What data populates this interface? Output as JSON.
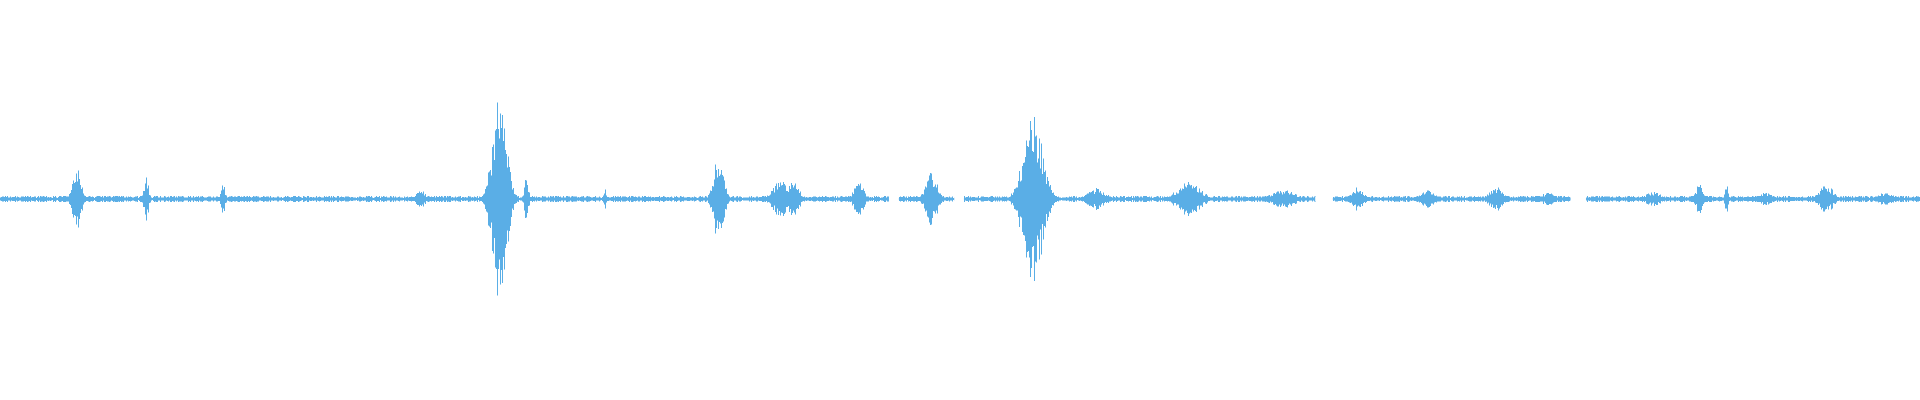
{
  "waveform": {
    "color": "#5aaee6",
    "background": "#ffffff",
    "baseline_amplitude": 0.015,
    "bursts": [
      {
        "position": 0.04,
        "amplitude": 0.23,
        "width": 0.003
      },
      {
        "position": 0.076,
        "amplitude": 0.16,
        "width": 0.0015
      },
      {
        "position": 0.116,
        "amplitude": 0.1,
        "width": 0.0015
      },
      {
        "position": 0.219,
        "amplitude": 0.06,
        "width": 0.003
      },
      {
        "position": 0.26,
        "amplitude": 0.65,
        "width": 0.005
      },
      {
        "position": 0.274,
        "amplitude": 0.14,
        "width": 0.0015
      },
      {
        "position": 0.315,
        "amplitude": 0.06,
        "width": 0.001
      },
      {
        "position": 0.374,
        "amplitude": 0.29,
        "width": 0.0035
      },
      {
        "position": 0.406,
        "amplitude": 0.12,
        "width": 0.005
      },
      {
        "position": 0.413,
        "amplitude": 0.11,
        "width": 0.004
      },
      {
        "position": 0.447,
        "amplitude": 0.14,
        "width": 0.003
      },
      {
        "position": 0.485,
        "amplitude": 0.17,
        "width": 0.004
      },
      {
        "position": 0.538,
        "amplitude": 0.52,
        "width": 0.007
      },
      {
        "position": 0.571,
        "amplitude": 0.07,
        "width": 0.006
      },
      {
        "position": 0.619,
        "amplitude": 0.11,
        "width": 0.008
      },
      {
        "position": 0.668,
        "amplitude": 0.06,
        "width": 0.008
      },
      {
        "position": 0.707,
        "amplitude": 0.08,
        "width": 0.004
      },
      {
        "position": 0.743,
        "amplitude": 0.06,
        "width": 0.005
      },
      {
        "position": 0.779,
        "amplitude": 0.08,
        "width": 0.005
      },
      {
        "position": 0.806,
        "amplitude": 0.04,
        "width": 0.006
      },
      {
        "position": 0.861,
        "amplitude": 0.05,
        "width": 0.005
      },
      {
        "position": 0.885,
        "amplitude": 0.1,
        "width": 0.0025
      },
      {
        "position": 0.899,
        "amplitude": 0.12,
        "width": 0.001
      },
      {
        "position": 0.919,
        "amplitude": 0.04,
        "width": 0.005
      },
      {
        "position": 0.951,
        "amplitude": 0.09,
        "width": 0.005
      },
      {
        "position": 0.982,
        "amplitude": 0.04,
        "width": 0.006
      }
    ],
    "gaps": [
      {
        "start": 0.463,
        "end": 0.468
      },
      {
        "start": 0.497,
        "end": 0.502
      },
      {
        "start": 0.685,
        "end": 0.694
      },
      {
        "start": 0.818,
        "end": 0.826
      }
    ]
  }
}
